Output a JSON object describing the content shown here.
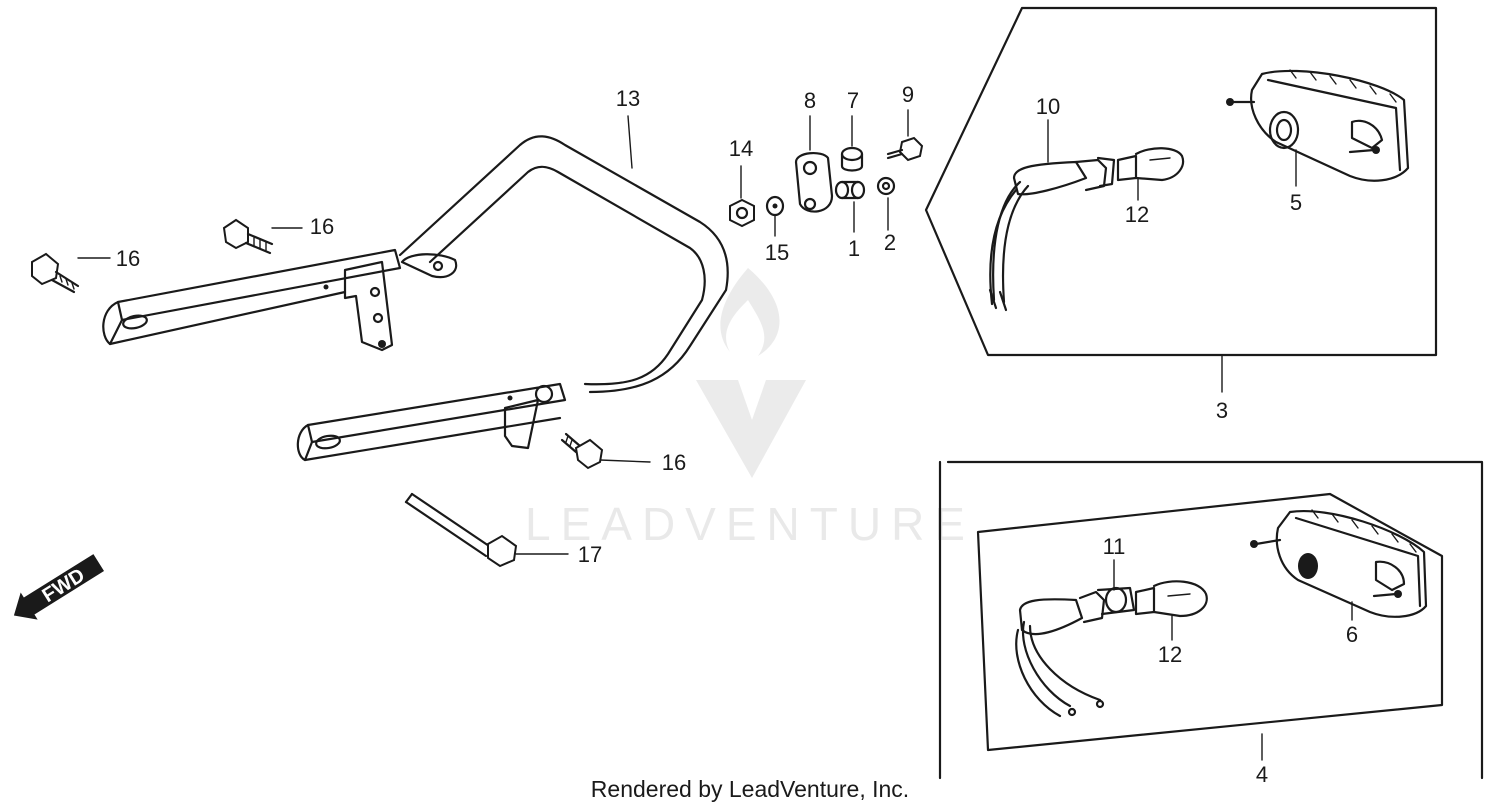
{
  "watermark": {
    "text": "LEADVENTURE"
  },
  "fwd_label": "FWD",
  "footer": "Rendered by LeadVenture, Inc.",
  "callouts": {
    "c1": "1",
    "c2": "2",
    "c3": "3",
    "c4": "4",
    "c5": "5",
    "c6": "6",
    "c7": "7",
    "c8": "8",
    "c9": "9",
    "c10": "10",
    "c11": "11",
    "c12a": "12",
    "c12b": "12",
    "c13": "13",
    "c14": "14",
    "c15": "15",
    "c16a": "16",
    "c16b": "16",
    "c16c": "16",
    "c17": "17"
  }
}
